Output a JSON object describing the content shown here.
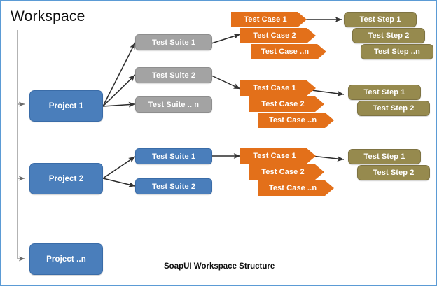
{
  "diagram": {
    "title": "Workspace",
    "caption": "SoapUI Workspace Structure",
    "type": "hierarchy-tree",
    "colors": {
      "border": "#5b9bd5",
      "project": "#4a7ebb",
      "suite_gray": "#a3a3a3",
      "suite_blue": "#4a7ebb",
      "test_case": "#e3701a",
      "test_step": "#968a4e",
      "connector": "#404040",
      "workspace_spine": "#808080",
      "text": "#ffffff",
      "label_text": "#0d0d0d"
    },
    "projects": [
      {
        "label": "Project 1"
      },
      {
        "label": "Project 2"
      },
      {
        "label": "Project ..n"
      }
    ],
    "suite_groups": [
      {
        "parent": "Project 1",
        "style": "gray",
        "items": [
          {
            "label": "Test Suite 1"
          },
          {
            "label": "Test Suite 2"
          },
          {
            "label": "Test Suite .. n"
          }
        ]
      },
      {
        "parent": "Project 2",
        "style": "blue",
        "items": [
          {
            "label": "Test Suite 1"
          },
          {
            "label": "Test Suite 2"
          }
        ]
      }
    ],
    "case_groups": [
      {
        "parent": "Test Suite 1",
        "items": [
          {
            "label": "Test Case 1"
          },
          {
            "label": "Test Case 2"
          },
          {
            "label": "Test Case ..n"
          }
        ]
      },
      {
        "parent": "Test Suite 2",
        "items": [
          {
            "label": "Test Case 1"
          },
          {
            "label": "Test Case 2"
          },
          {
            "label": "Test Case ..n"
          }
        ]
      },
      {
        "parent": "Test Suite 1",
        "items": [
          {
            "label": "Test Case 1"
          },
          {
            "label": "Test Case 2"
          },
          {
            "label": "Test Case ..n"
          }
        ]
      }
    ],
    "step_groups": [
      {
        "parent": "Test Case 1",
        "items": [
          {
            "label": "Test Step 1"
          },
          {
            "label": "Test Step 2"
          },
          {
            "label": "Test Step ..n"
          }
        ]
      },
      {
        "parent": "Test Case 1",
        "items": [
          {
            "label": "Test Step 1"
          },
          {
            "label": "Test Step 2"
          }
        ]
      },
      {
        "parent": "Test Case 1",
        "items": [
          {
            "label": "Test Step 1"
          },
          {
            "label": "Test Step 2"
          }
        ]
      }
    ]
  }
}
